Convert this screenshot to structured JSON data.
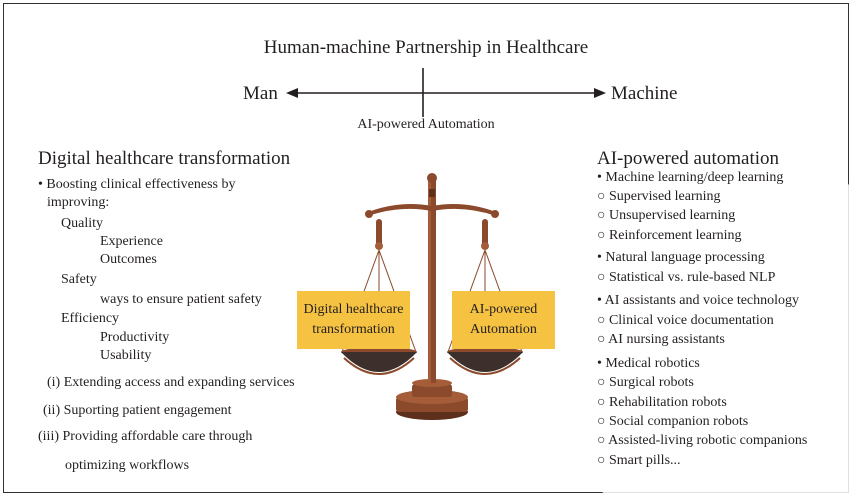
{
  "title": "Human-machine Partnership in Healthcare",
  "axis": {
    "left": "Man",
    "right": "Machine",
    "center": "AI-powered Automation"
  },
  "left_panel": {
    "heading": "Digital healthcare transformation",
    "lines": [
      "• Boosting clinical effectiveness by",
      "improving:",
      "Quality",
      "Experience",
      "Outcomes",
      "Safety",
      "ways to ensure patient safety",
      "Efficiency",
      "Productivity",
      "Usability",
      "(i) Extending access and expanding services",
      "(ii) Suporting patient engagement",
      "(iii) Providing affordable care through",
      "optimizing workflows"
    ]
  },
  "scale": {
    "left_pan": "Digital healthcare transformation",
    "left_pan_lines": [
      "Digital healthcare",
      "transformation"
    ],
    "right_pan_lines": [
      "AI-powered",
      "Automation"
    ],
    "colors": {
      "wood": "#8b4a2b",
      "wood_dark": "#5e2f1a",
      "pan": "#3d302c",
      "label": "#f6c241"
    }
  },
  "right_panel": {
    "heading": "AI-powered automation",
    "lines": [
      "• Machine learning/deep learning",
      "○ Supervised learning",
      "○ Unsupervised learning",
      "○ Reinforcement learning",
      "• Natural language processing",
      "○ Statistical vs. rule-based NLP",
      "• AI assistants and voice technology",
      "○ Clinical voice documentation",
      "○ AI nursing assistants",
      "• Medical robotics",
      "○ Surgical robots",
      "○ Rehabilitation robots",
      "○ Social companion robots",
      "○ Assisted-living robotic companions",
      "○ Smart pills..."
    ]
  }
}
